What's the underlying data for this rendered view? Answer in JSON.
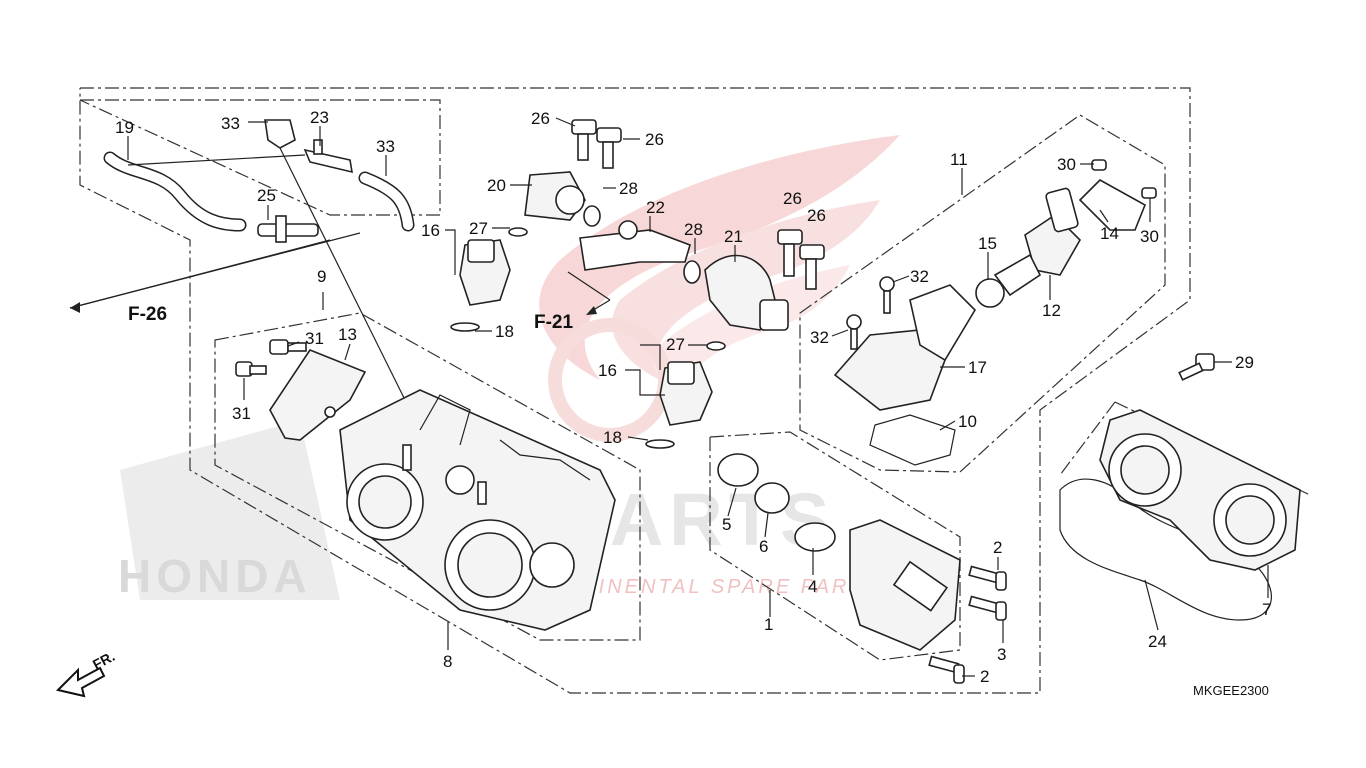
{
  "watermark": {
    "brand_big": "PARTS",
    "brand_small": "INTERCONTINENTAL SPARE PARTS",
    "honda": "HONDA"
  },
  "refs": {
    "f26": "F-26",
    "f21": "F-21",
    "fr": "FR."
  },
  "diagram_code": "MKGEE2300",
  "labels": {
    "l1": "1",
    "l2a": "2",
    "l2b": "2",
    "l3": "3",
    "l4": "4",
    "l5": "5",
    "l6": "6",
    "l7": "7",
    "l8": "8",
    "l9": "9",
    "l10": "10",
    "l11": "11",
    "l12": "12",
    "l13": "13",
    "l14": "14",
    "l15": "15",
    "l16a": "16",
    "l16b": "16",
    "l17": "17",
    "l18a": "18",
    "l18b": "18",
    "l19": "19",
    "l20": "20",
    "l21": "21",
    "l22": "22",
    "l23": "23",
    "l24": "24",
    "l25": "25",
    "l26a": "26",
    "l26b": "26",
    "l26c": "26",
    "l26d": "26",
    "l27a": "27",
    "l27b": "27",
    "l28a": "28",
    "l28b": "28",
    "l29": "29",
    "l30a": "30",
    "l30b": "30",
    "l31a": "31",
    "l31b": "31",
    "l32a": "32",
    "l32b": "32",
    "l33a": "33",
    "l33b": "33"
  },
  "colors": {
    "watermark_red": "#e8a0a0",
    "watermark_grey": "#dcdcdc",
    "line": "#222222"
  }
}
